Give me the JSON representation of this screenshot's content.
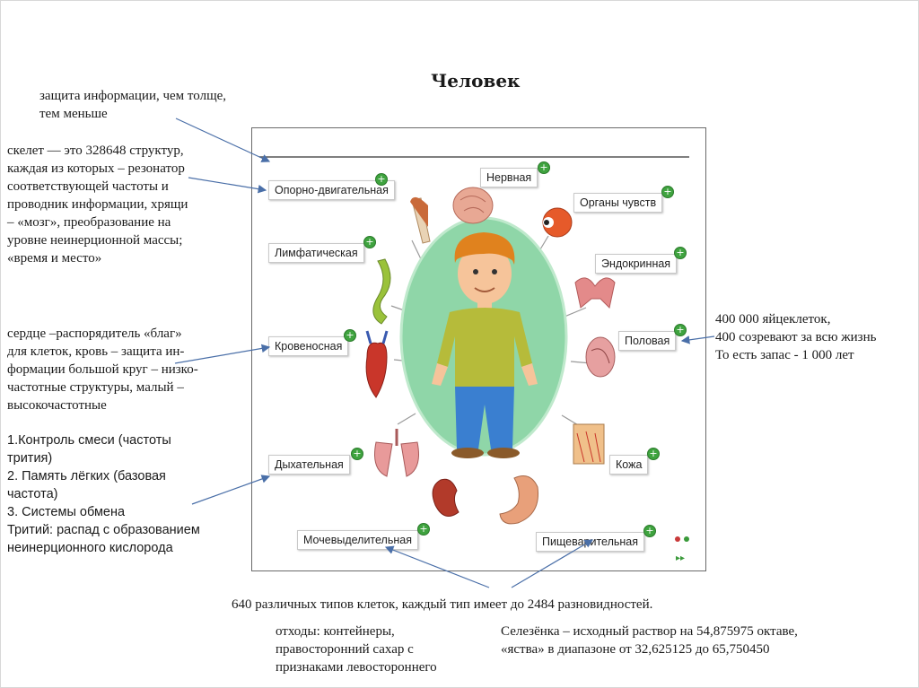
{
  "title": "Человек",
  "notes": {
    "info_protection": [
      "защита информации, чем толще,",
      "тем меньше"
    ],
    "skeleton": [
      "скелет — это 328648 структур,",
      "каждая из которых – резонатор",
      "соответствующей частоты и",
      "проводник информации, хрящи",
      "– «мозг», преобразование на",
      "уровне неинерционной массы;",
      "«время и место»"
    ],
    "heart": [
      "сердце –распорядитель «благ»",
      "для клеток, кровь – защита ин-",
      "формации большой круг – низко-",
      "частотные структуры, малый –",
      "высокочастотные"
    ],
    "lungs": [
      "1.Контроль смеси (частоты",
      "трития)",
      "2. Память лёгких (базовая",
      "частота)",
      "3. Системы обмена",
      "Тритий: распад с образованием",
      "неинерционного кислорода"
    ],
    "eggs": [
      "400 000 яйцеклеток,",
      "400 созревают за всю жизнь",
      "То есть запас - 1 000 лет"
    ],
    "cells": "640 различных типов клеток, каждый тип имеет до 2484 разновидностей.",
    "waste": [
      "отходы:  контейнеры,",
      "правосторонний сахар с",
      "признаками левостороннего"
    ],
    "spleen": [
      "Селезёнка – исходный раствор на 54,875975 октаве,",
      "«яства» в диапазоне от 32,625125 до 65,750450"
    ]
  },
  "systems": {
    "musculoskeletal": "Опорно-двигательная",
    "nervous": "Нервная",
    "senses": "Органы чувств",
    "lymphatic": "Лимфатическая",
    "endocrine": "Эндокринная",
    "circulatory": "Кровеносная",
    "reproductive": "Половая",
    "respiratory": "Дыхательная",
    "skin": "Кожа",
    "urinary": "Мочевыделительная",
    "digestive": "Пищеварительная"
  },
  "colors": {
    "body_oval": "#8fd6a8",
    "shirt": "#b6bb3a",
    "jeans": "#3a7fd0",
    "hair": "#e0821e",
    "skin": "#f6c49a",
    "arrow": "#4a6fa8",
    "plus_badge": "#3fa33f"
  }
}
